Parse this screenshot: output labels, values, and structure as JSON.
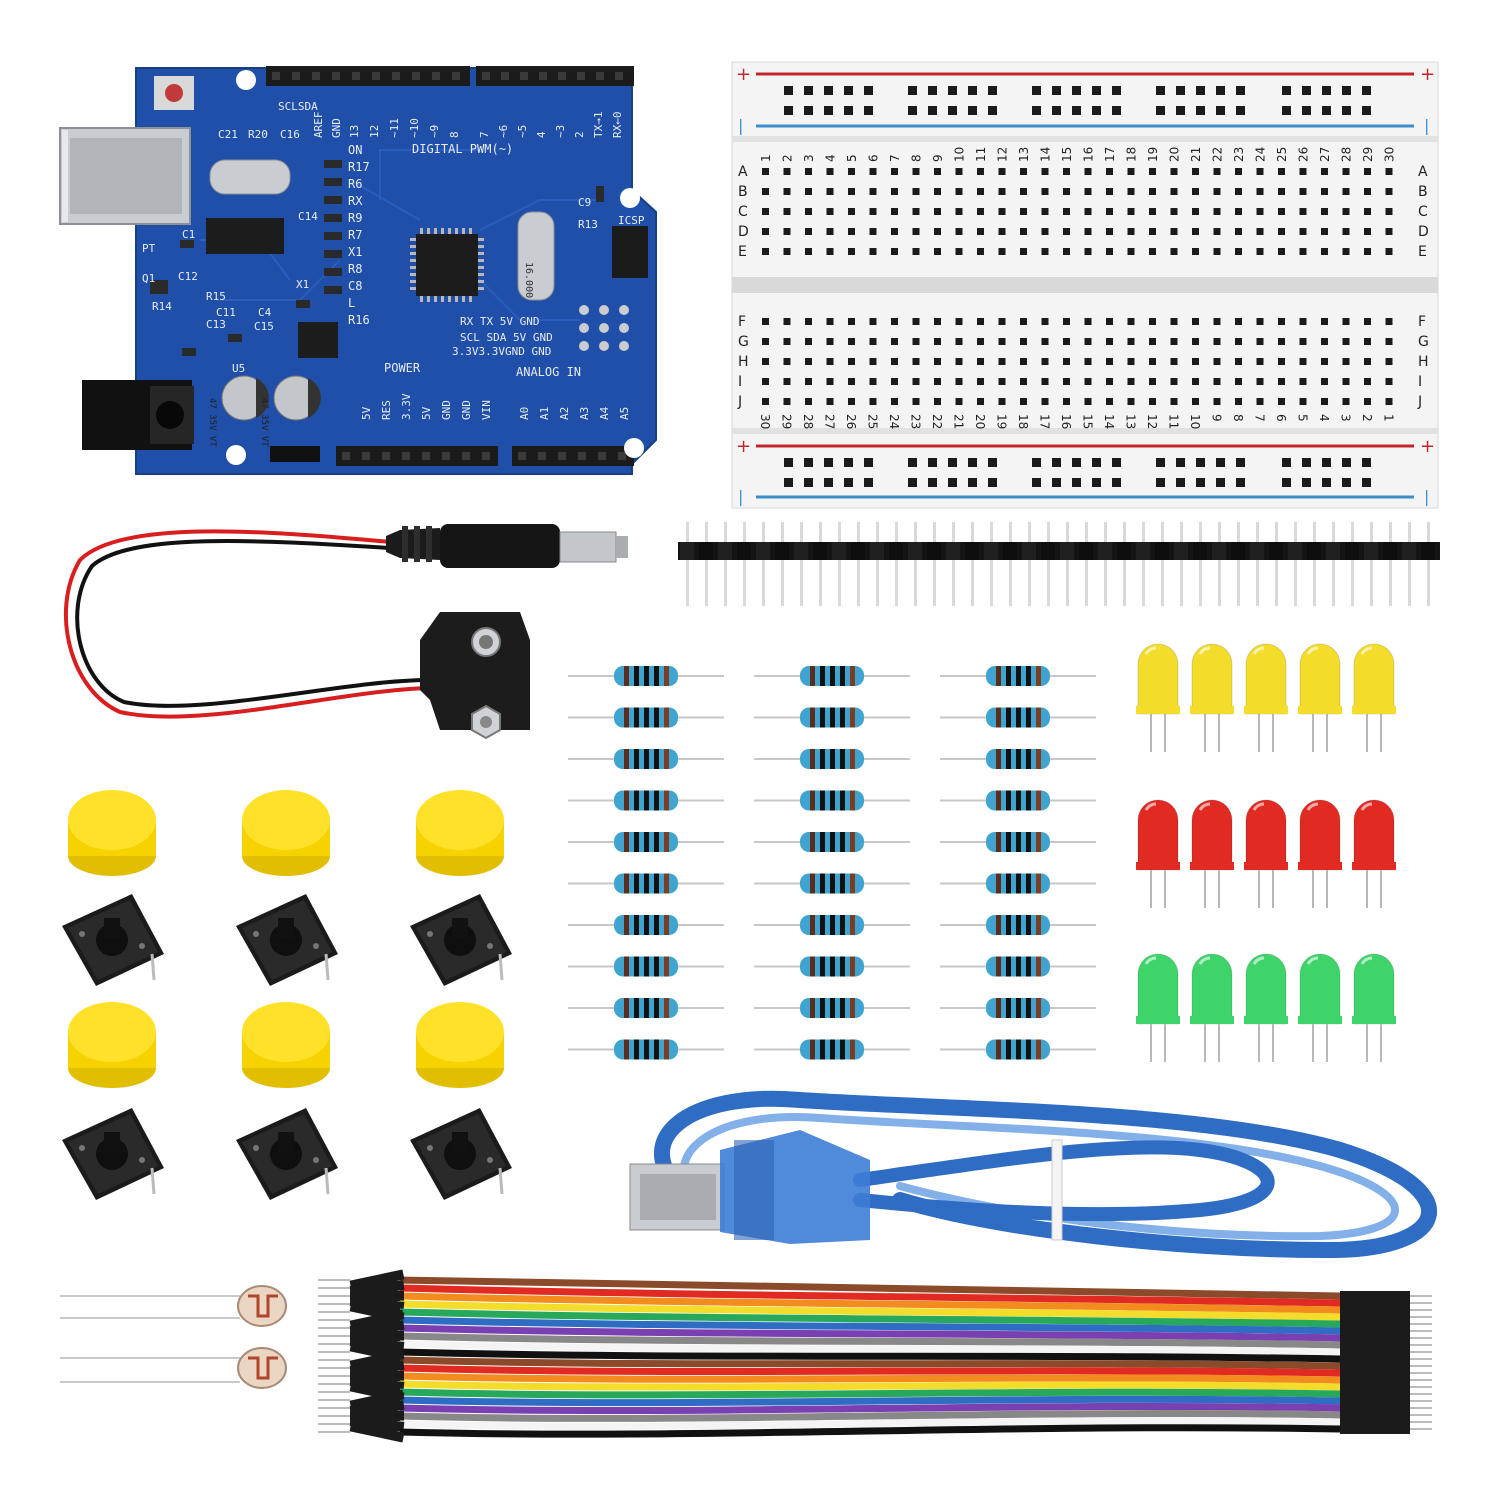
{
  "scene": "electronics-starter-kit",
  "colors": {
    "pcb": "#1f4fa8",
    "pcb_dark": "#163a80",
    "header_black": "#1b1b1b",
    "breadboard": "#f2f2f2",
    "rail_red": "#c0272d",
    "rail_blue": "#3b8ecb",
    "button_cap": "#f6d200",
    "led_yellow": "#f4dc2a",
    "led_red": "#e12a22",
    "led_green": "#3fd46a",
    "resistor_body": "#3fa4cf",
    "usb_cable": "#2f6cc4"
  },
  "board": {
    "labels": {
      "power_header": "POWER",
      "analog_header": "ANALOG IN",
      "digital_header": "DIGITAL PWM(~)",
      "icsp": "ICSP",
      "tx": "TX",
      "rx": "RX",
      "crystal": "16.000",
      "i2c_row1": "RX  TX  5V  GND",
      "i2c_row2": "SCL SDA 5V  GND",
      "i2c_row3": "3.3V3.3VGND GND",
      "cap1": "47 35V VT",
      "cap2": "47 35V VT",
      "sclsda": "SCLSDA",
      "aref": "AREF",
      "gnd": "GND"
    },
    "power_pins": [
      "5V",
      "RES",
      "3.3V",
      "5V",
      "GND",
      "GND",
      "VIN"
    ],
    "analog_pins": [
      "A0",
      "A1",
      "A2",
      "A3",
      "A4",
      "A5"
    ],
    "digital_pins_left": [
      "13",
      "12",
      "~11",
      "~10",
      "~9",
      "8"
    ],
    "digital_pins_right": [
      "7",
      "~6",
      "~5",
      "4",
      "~3",
      "2",
      "TX→1",
      "RX←0"
    ],
    "side_labels": [
      "ON",
      "R17",
      "R6",
      "RX",
      "R9",
      "R7",
      "X1",
      "R8",
      "C8",
      "L",
      "R16"
    ],
    "component_labels": [
      "C21",
      "R20",
      "C16",
      "C14",
      "C1",
      "C12",
      "R14",
      "R15",
      "C11",
      "C13",
      "C4",
      "C15",
      "U5",
      "PT",
      "Q1",
      "R13",
      "C9",
      "X1"
    ]
  },
  "breadboard": {
    "columns_top": [
      "1",
      "2",
      "3",
      "4",
      "5",
      "6",
      "7",
      "8",
      "9",
      "10",
      "11",
      "12",
      "13",
      "14",
      "15",
      "16",
      "17",
      "18",
      "19",
      "20",
      "21",
      "22",
      "23",
      "24",
      "25",
      "26",
      "27",
      "28",
      "29",
      "30"
    ],
    "rows_top": [
      "A",
      "B",
      "C",
      "D",
      "E"
    ],
    "rows_bottom": [
      "F",
      "G",
      "H",
      "I",
      "J"
    ],
    "rail_plus": "+",
    "rail_minus": "|"
  },
  "counts": {
    "pin_header_pins": 40,
    "resistor_columns": 3,
    "resistors_per_column": 10,
    "leds_per_row": 5,
    "buttons": 6,
    "jumper_wires": 20,
    "photoresistors": 2
  },
  "icons": {
    "board": "microcontroller-board-icon",
    "breadboard": "breadboard-icon",
    "battery_clip": "battery-clip-icon",
    "usb": "usb-cable-icon"
  }
}
